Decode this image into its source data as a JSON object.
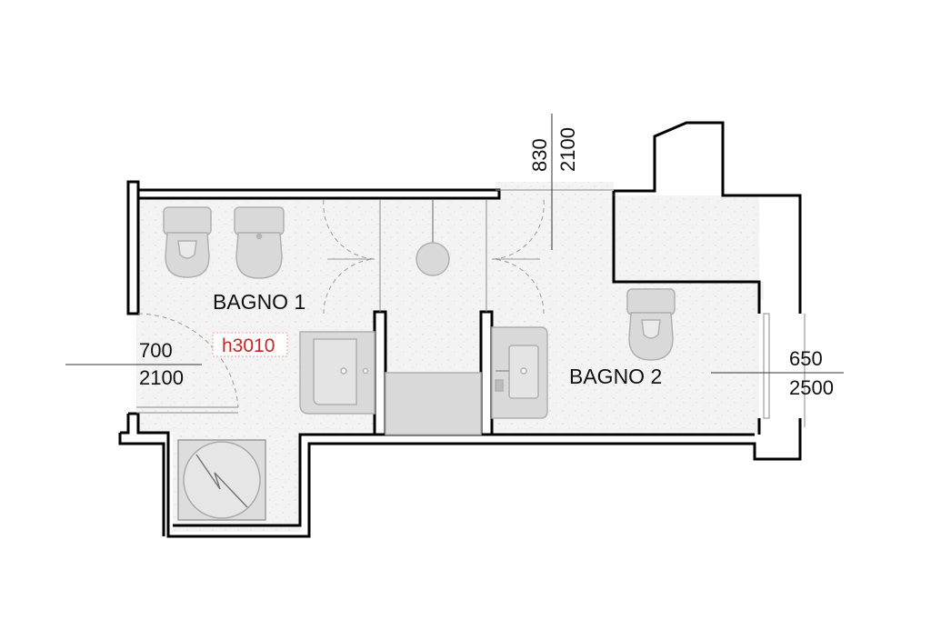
{
  "rooms": {
    "bagno_1": "BAGNO 1",
    "bagno_2": "BAGNO 2"
  },
  "height_tag": {
    "text": "h3010",
    "color": "#d81e1e"
  },
  "dimensions": {
    "door_left": {
      "width": "700",
      "height": "2100"
    },
    "door_top": {
      "width": "830",
      "height": "2100"
    },
    "window_right": {
      "width": "650",
      "height": "2500"
    }
  },
  "colors": {
    "wall": "#000000",
    "floor_fill": "#f4f4f4",
    "fixture_fill": "#d9d9d9",
    "fixture_stroke": "#b5b5b5",
    "tag_border": "#f0a0a0"
  }
}
